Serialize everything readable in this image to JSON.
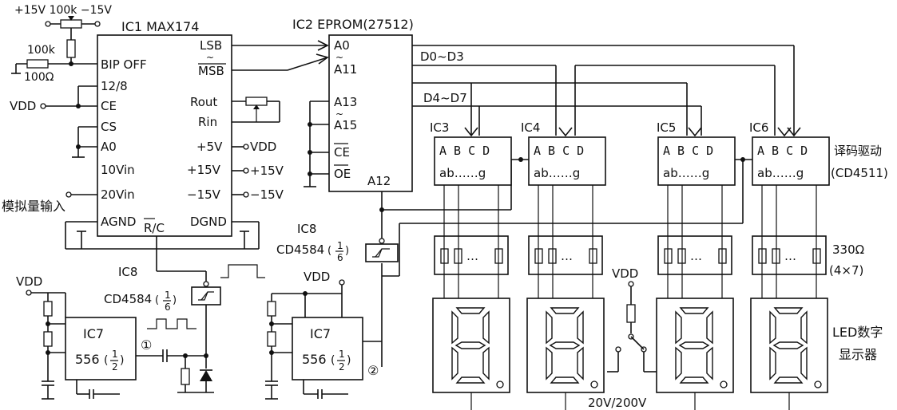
{
  "ic1": {
    "title": "IC1 MAX174",
    "pins_left": [
      "BIP OFF",
      "12/8",
      "CE",
      "CS",
      "A0",
      "10Vin",
      "20Vin",
      "AGND"
    ],
    "pins_right": [
      "LSB",
      "MSB",
      "Rout",
      "Rin",
      "+5V",
      "+15V",
      "−15V",
      "DGND"
    ],
    "pin_rc": "R/C"
  },
  "ic1_supply": {
    "pot_top": "+15V 100k −15V",
    "res_100k": "100k",
    "res_100": "100Ω",
    "vdd": "VDD",
    "out_vdd": "VDD",
    "out_p15": "+15V",
    "out_n15": "−15V"
  },
  "input_label": "模拟量输入",
  "ic2": {
    "title": "IC2 EPROM(27512)",
    "pins_left": [
      "A0",
      "A11",
      "A13",
      "A15",
      "CE",
      "OE"
    ],
    "pin_a12": "A12",
    "bus_d0": "D0~D3",
    "bus_d4": "D4~D7"
  },
  "decoders": {
    "names": [
      "IC3",
      "IC4",
      "IC5",
      "IC6"
    ],
    "top_pins": "A B C D",
    "seg_pins": "ab……g",
    "label": "译码驱动",
    "part": "(CD4511)"
  },
  "resistor_pack": {
    "dots": "…",
    "value": "330Ω",
    "count": "(4×7)"
  },
  "display": {
    "label_line1": "LED数字",
    "label_line2": "显示器"
  },
  "ic8_left": {
    "title": "IC8",
    "part": "CD4584",
    "fraction_num": "1",
    "fraction_den": "6"
  },
  "ic8_right": {
    "title": "IC8",
    "part": "CD4584",
    "fraction_num": "1",
    "fraction_den": "6"
  },
  "ic7_left": {
    "vdd": "VDD",
    "name": "IC7",
    "part": "556",
    "fraction_num": "1",
    "fraction_den": "2",
    "node": "①"
  },
  "ic7_right": {
    "vdd": "VDD",
    "name": "IC7",
    "part": "556",
    "fraction_num": "1",
    "fraction_den": "2",
    "node": "②"
  },
  "range_switch": {
    "vdd": "VDD",
    "label": "20V/200V"
  }
}
